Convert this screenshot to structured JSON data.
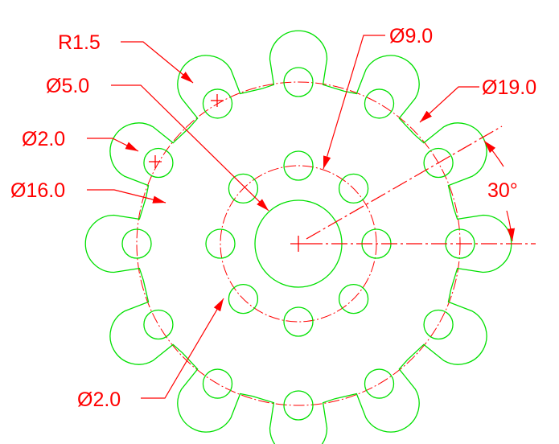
{
  "drawing": {
    "colors": {
      "geometry": "#00e000",
      "annotation": "#ff0000",
      "background": "#ffffff"
    },
    "gear": {
      "teeth_count": 12,
      "outer_hole_count": 12,
      "inner_hole_count": 8
    },
    "labels": {
      "r_fillet": "R1.5",
      "d_bore": "Ø5.0",
      "d_tooth_hole": "Ø2.0",
      "d_pitch_circle": "Ø16.0",
      "d_inner_hole": "Ø2.0",
      "d_inner_bolt_circle": "Ø9.0",
      "d_outer": "Ø19.0",
      "angle": "30°"
    }
  }
}
